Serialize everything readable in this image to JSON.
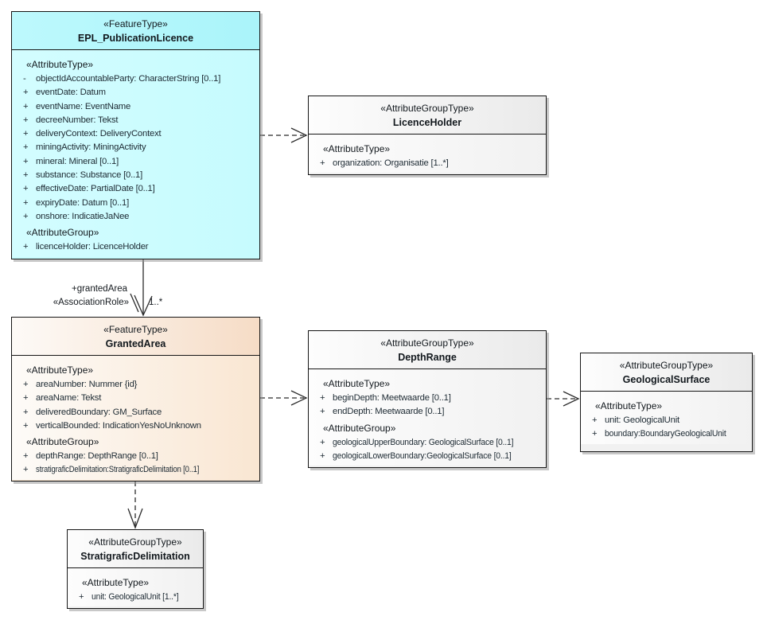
{
  "colors": {
    "feature_type_cyan_header": "#b0f6fb",
    "feature_type_cyan_body": "#c9fcfe",
    "feature_type_orange_header": "#f6dcc6",
    "feature_type_orange_body": "#f9e6d2",
    "attribute_group_type_header": "#eaeaea",
    "attribute_group_type_body": "#f1f1f1",
    "border": "#161616",
    "text": "#1d2a33"
  },
  "classes": [
    {
      "stereotype": "«FeatureType»",
      "name": "EPL_PublicationLicence",
      "sections": [
        {
          "label": "«AttributeType»",
          "attributes": [
            {
              "vis": "-",
              "text": "objectIdAccountableParty: CharacterString [0..1]"
            },
            {
              "vis": "+",
              "text": "eventDate: Datum"
            },
            {
              "vis": "+",
              "text": "eventName: EventName"
            },
            {
              "vis": "+",
              "text": "decreeNumber: Tekst"
            },
            {
              "vis": "+",
              "text": "deliveryContext: DeliveryContext"
            },
            {
              "vis": "+",
              "text": "miningActivity: MiningActivity"
            },
            {
              "vis": "+",
              "text": "mineral: Mineral [0..1]"
            },
            {
              "vis": "+",
              "text": "substance: Substance [0..1]"
            },
            {
              "vis": "+",
              "text": "effectiveDate: PartialDate [0..1]"
            },
            {
              "vis": "+",
              "text": "expiryDate: Datum [0..1]"
            },
            {
              "vis": "+",
              "text": "onshore: IndicatieJaNee"
            }
          ]
        },
        {
          "label": "«AttributeGroup»",
          "attributes": [
            {
              "vis": "+",
              "text": "licenceHolder: LicenceHolder"
            }
          ]
        }
      ]
    },
    {
      "stereotype": "«AttributeGroupType»",
      "name": "LicenceHolder",
      "sections": [
        {
          "label": "«AttributeType»",
          "attributes": [
            {
              "vis": "+",
              "text": "organization: Organisatie [1..*]"
            }
          ]
        }
      ]
    },
    {
      "stereotype": "«FeatureType»",
      "name": "GrantedArea",
      "sections": [
        {
          "label": "«AttributeType»",
          "attributes": [
            {
              "vis": "+",
              "text": "areaNumber: Nummer {id}"
            },
            {
              "vis": "+",
              "text": "areaName: Tekst"
            },
            {
              "vis": "+",
              "text": "deliveredBoundary: GM_Surface"
            },
            {
              "vis": "+",
              "text": "verticalBounded: IndicationYesNoUnknown"
            }
          ]
        },
        {
          "label": "«AttributeGroup»",
          "attributes": [
            {
              "vis": "+",
              "text": "depthRange: DepthRange [0..1]"
            },
            {
              "vis": "+",
              "text": "stratigraficDelimitation:StratigraficDelimitation [0..1]"
            }
          ]
        }
      ]
    },
    {
      "stereotype": "«AttributeGroupType»",
      "name": "DepthRange",
      "sections": [
        {
          "label": "«AttributeType»",
          "attributes": [
            {
              "vis": "+",
              "text": "beginDepth: Meetwaarde [0..1]"
            },
            {
              "vis": "+",
              "text": "endDepth: Meetwaarde [0..1]"
            }
          ]
        },
        {
          "label": "«AttributeGroup»",
          "attributes": [
            {
              "vis": "+",
              "text": "geologicalUpperBoundary: GeologicalSurface [0..1]"
            },
            {
              "vis": "+",
              "text": "geologicalLowerBoundary:GeologicalSurface [0..1]"
            }
          ]
        }
      ]
    },
    {
      "stereotype": "«AttributeGroupType»",
      "name": "GeologicalSurface",
      "sections": [
        {
          "label": "«AttributeType»",
          "attributes": [
            {
              "vis": "+",
              "text": "unit: GeologicalUnit"
            },
            {
              "vis": "+",
              "text": "boundary:BoundaryGeologicalUnit"
            }
          ]
        }
      ]
    },
    {
      "stereotype": "«AttributeGroupType»",
      "name": "StratigraficDelimitation",
      "sections": [
        {
          "label": "«AttributeType»",
          "attributes": [
            {
              "vis": "+",
              "text": "unit: GeologicalUnit [1..*]"
            }
          ]
        }
      ]
    }
  ],
  "association": {
    "role": "+grantedArea",
    "stereotype": "«AssociationRole»",
    "multiplicity": "1..*"
  }
}
